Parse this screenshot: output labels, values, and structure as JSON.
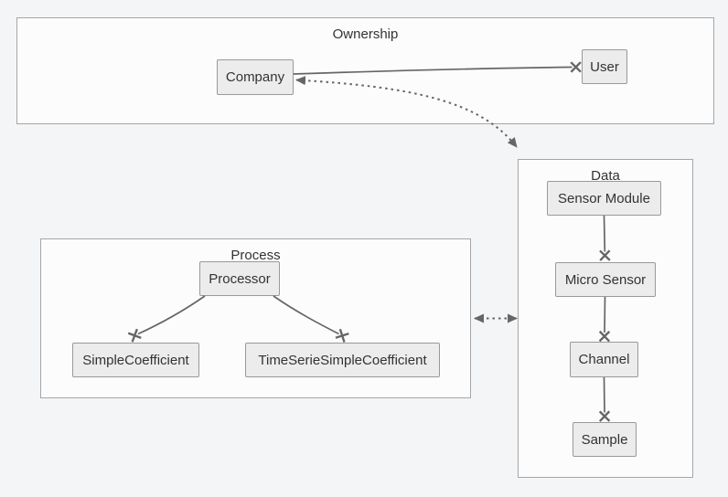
{
  "diagram": {
    "groups": {
      "ownership": {
        "title": "Ownership"
      },
      "process": {
        "title": "Process"
      },
      "data": {
        "title": "Data"
      }
    },
    "nodes": {
      "company": {
        "label": "Company"
      },
      "user": {
        "label": "User"
      },
      "processor": {
        "label": "Processor"
      },
      "simple_coefficient": {
        "label": "SimpleCoefficient"
      },
      "time_serie_simple_coefficient": {
        "label": "TimeSerieSimpleCoefficient"
      },
      "sensor_module": {
        "label": "Sensor Module"
      },
      "micro_sensor": {
        "label": "Micro Sensor"
      },
      "channel": {
        "label": "Channel"
      },
      "sample": {
        "label": "Sample"
      }
    },
    "edges": [
      {
        "from": "Company",
        "to": "User",
        "style": "solid",
        "start_marker": "none",
        "end_marker": "cross"
      },
      {
        "from": "Company",
        "to": "Data",
        "style": "dotted",
        "start_marker": "arrow",
        "end_marker": "arrow"
      },
      {
        "from": "Process",
        "to": "Data",
        "style": "dotted",
        "start_marker": "arrow",
        "end_marker": "arrow"
      },
      {
        "from": "Sensor Module",
        "to": "Micro Sensor",
        "style": "solid",
        "start_marker": "none",
        "end_marker": "cross"
      },
      {
        "from": "Micro Sensor",
        "to": "Channel",
        "style": "solid",
        "start_marker": "none",
        "end_marker": "cross"
      },
      {
        "from": "Channel",
        "to": "Sample",
        "style": "solid",
        "start_marker": "none",
        "end_marker": "cross"
      },
      {
        "from": "Processor",
        "to": "SimpleCoefficient",
        "style": "solid",
        "start_marker": "none",
        "end_marker": "cross"
      },
      {
        "from": "Processor",
        "to": "TimeSerieSimpleCoefficient",
        "style": "solid",
        "start_marker": "none",
        "end_marker": "cross"
      }
    ],
    "colors": {
      "background": "#f4f5f7",
      "group_fill": "#fcfcfd",
      "group_border": "#a6a6a6",
      "node_fill": "#ececec",
      "node_border": "#999999",
      "edge": "#666666",
      "text": "#333333"
    }
  }
}
